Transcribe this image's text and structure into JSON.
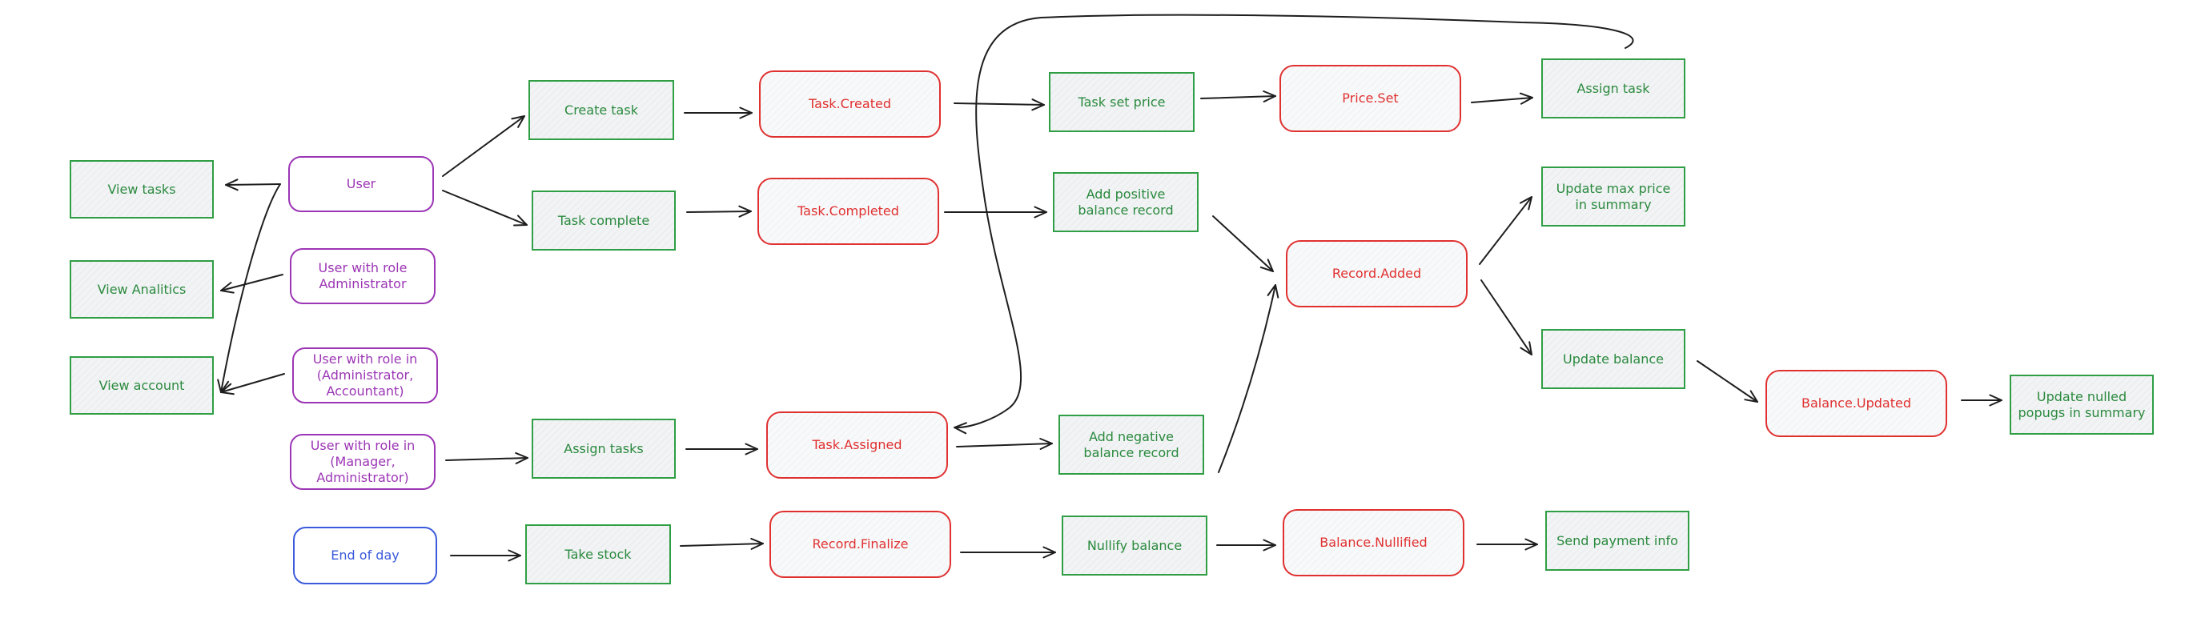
{
  "diagram": {
    "colors": {
      "command_border": "#2f9e44",
      "command_text": "#2b8a3e",
      "event_border": "#e03131",
      "actor_border": "#9c36b5",
      "trigger_border": "#3b5bdb",
      "arrow": "#1e1e1e"
    },
    "nodes": [
      {
        "id": "view-tasks",
        "type": "command",
        "label": "View tasks"
      },
      {
        "id": "view-analitics",
        "type": "command",
        "label": "View Analitics"
      },
      {
        "id": "view-account",
        "type": "command",
        "label": "View account"
      },
      {
        "id": "user",
        "type": "actor",
        "label": "User"
      },
      {
        "id": "user-admin",
        "type": "actor",
        "label": "User with role\nAdministrator"
      },
      {
        "id": "user-admin-accountant",
        "type": "actor",
        "label": "User with role in\n(Administrator,\nAccountant)"
      },
      {
        "id": "user-manager-admin",
        "type": "actor",
        "label": "User with role in\n(Manager,\nAdministrator)"
      },
      {
        "id": "end-of-day",
        "type": "trigger",
        "label": "End of day"
      },
      {
        "id": "create-task",
        "type": "command",
        "label": "Create task"
      },
      {
        "id": "task-complete",
        "type": "command",
        "label": "Task complete"
      },
      {
        "id": "assign-tasks",
        "type": "command",
        "label": "Assign tasks"
      },
      {
        "id": "take-stock",
        "type": "command",
        "label": "Take stock"
      },
      {
        "id": "task-created",
        "type": "event",
        "label": "Task.Created"
      },
      {
        "id": "task-completed",
        "type": "event",
        "label": "Task.Completed"
      },
      {
        "id": "task-assigned",
        "type": "event",
        "label": "Task.Assigned"
      },
      {
        "id": "record-finalize",
        "type": "event",
        "label": "Record.Finalize"
      },
      {
        "id": "task-set-price",
        "type": "command",
        "label": "Task set price"
      },
      {
        "id": "add-positive",
        "type": "command",
        "label": "Add positive\nbalance record"
      },
      {
        "id": "add-negative",
        "type": "command",
        "label": "Add negative\nbalance record"
      },
      {
        "id": "nullify-balance",
        "type": "command",
        "label": "Nullify balance"
      },
      {
        "id": "price-set",
        "type": "event",
        "label": "Price.Set"
      },
      {
        "id": "record-added",
        "type": "event",
        "label": "Record.Added"
      },
      {
        "id": "balance-nullified",
        "type": "event",
        "label": "Balance.Nullified"
      },
      {
        "id": "assign-task",
        "type": "command",
        "label": "Assign task"
      },
      {
        "id": "update-max-price",
        "type": "command",
        "label": "Update max price\nin summary"
      },
      {
        "id": "update-balance",
        "type": "command",
        "label": "Update balance"
      },
      {
        "id": "send-payment-info",
        "type": "command",
        "label": "Send payment info"
      },
      {
        "id": "balance-updated",
        "type": "event",
        "label": "Balance.Updated"
      },
      {
        "id": "update-nulled-popugs",
        "type": "command",
        "label": "Update nulled\npopugs in summary"
      }
    ],
    "edges": [
      {
        "from": "user",
        "to": "view-tasks"
      },
      {
        "from": "user",
        "to": "view-account"
      },
      {
        "from": "user-admin",
        "to": "view-analitics"
      },
      {
        "from": "user-admin-accountant",
        "to": "view-account"
      },
      {
        "from": "user",
        "to": "create-task"
      },
      {
        "from": "user",
        "to": "task-complete"
      },
      {
        "from": "user-manager-admin",
        "to": "assign-tasks"
      },
      {
        "from": "end-of-day",
        "to": "take-stock"
      },
      {
        "from": "create-task",
        "to": "task-created"
      },
      {
        "from": "task-complete",
        "to": "task-completed"
      },
      {
        "from": "assign-tasks",
        "to": "task-assigned"
      },
      {
        "from": "take-stock",
        "to": "record-finalize"
      },
      {
        "from": "task-created",
        "to": "task-set-price"
      },
      {
        "from": "task-completed",
        "to": "add-positive"
      },
      {
        "from": "task-assigned",
        "to": "add-negative"
      },
      {
        "from": "record-finalize",
        "to": "nullify-balance"
      },
      {
        "from": "task-set-price",
        "to": "price-set"
      },
      {
        "from": "add-positive",
        "to": "record-added"
      },
      {
        "from": "add-negative",
        "to": "record-added"
      },
      {
        "from": "nullify-balance",
        "to": "balance-nullified"
      },
      {
        "from": "price-set",
        "to": "assign-task"
      },
      {
        "from": "record-added",
        "to": "update-max-price"
      },
      {
        "from": "record-added",
        "to": "update-balance"
      },
      {
        "from": "balance-nullified",
        "to": "send-payment-info"
      },
      {
        "from": "update-balance",
        "to": "balance-updated"
      },
      {
        "from": "balance-updated",
        "to": "update-nulled-popugs"
      },
      {
        "from": "assign-task",
        "to": "task-assigned"
      }
    ]
  }
}
